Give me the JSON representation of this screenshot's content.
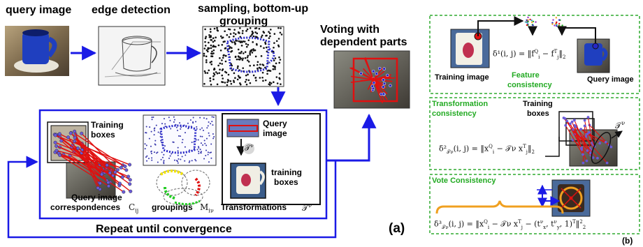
{
  "pipeline": {
    "query_image": "query image",
    "edge_detection": "edge detection",
    "sampling": "sampling, bottom-up",
    "grouping": "grouping",
    "voting": "Voting with",
    "voting2": "dependent parts"
  },
  "loop": {
    "training_boxes_1": "Training",
    "training_boxes_2": "boxes",
    "query_image_corr": "Query image",
    "correspondences": "correspondences",
    "c_ij": "C",
    "c_ij_sub": "ij",
    "groupings": "groupings",
    "m_iv": "M",
    "m_iv_sub": "iν",
    "query_1": "Query",
    "query_2": "image",
    "t_nu": "𝒯",
    "t_nu_sup": "ν",
    "training_1": "training",
    "training_2": "boxes",
    "transformations": "Transformations",
    "repeat": "Repeat until convergence"
  },
  "label_a": "(a)",
  "label_b": "(b)",
  "panel_b": {
    "training_image": "Training image",
    "feature_1": "Feature",
    "feature_2": "consistency",
    "query_image": "Query image",
    "delta1": "δ¹(i, j) = ‖f",
    "delta1_tail": "− f",
    "transformation_1": "Transformation",
    "transformation_2": "consistency",
    "training_1": "Training",
    "training_2": "boxes",
    "t_nu": "𝒯",
    "t_nu_sup": "ν",
    "delta2": "δ²",
    "delta2_body": "(i, j) = ‖x",
    "delta2_tail": "− 𝒯ν x",
    "vote_consistency": "Vote Consistency",
    "delta3": "δ³",
    "delta3_body": "(i, j) = ‖x",
    "delta3_tail": "− 𝒯ν x",
    "delta3_end": "− (t",
    "delta3_end2": ", 1)",
    "sup_q": "Q",
    "sup_t": "T",
    "sub_i": "i",
    "sub_j": "j",
    "sub_2": "2",
    "sub_tnu": "𝒯ν",
    "sub_x": "x",
    "sub_y": "y",
    "sup_nu": "ν"
  },
  "colors": {
    "arrow_blue": "#1a1ae6",
    "green_dash": "#2faa2f",
    "red_lines": "#e01010",
    "blue_points": "#2626c8",
    "orange": "#f0a020"
  }
}
